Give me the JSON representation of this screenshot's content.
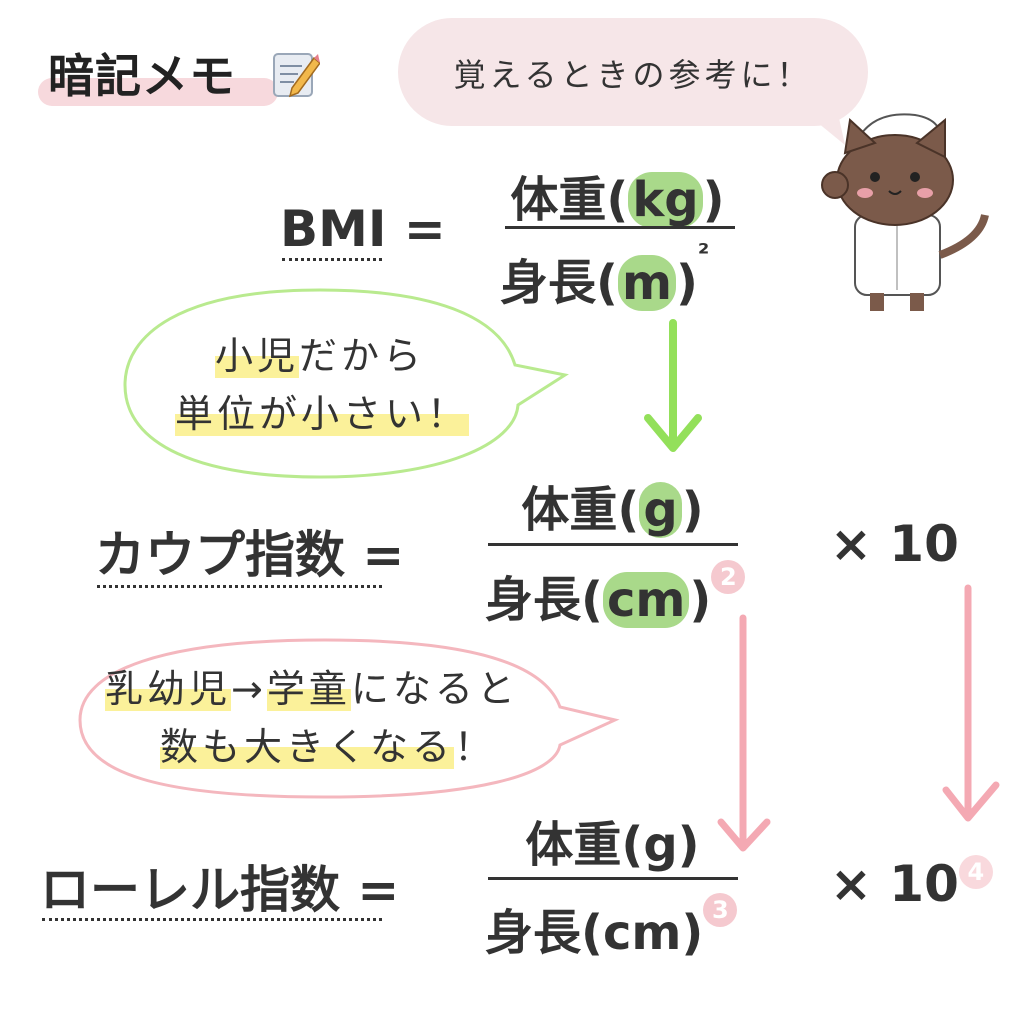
{
  "header": {
    "title": "暗記メモ",
    "icon": "memo-pencil-icon"
  },
  "speech": {
    "text": "覚えるときの参考に！"
  },
  "bmi": {
    "label": "BMI",
    "eq": "=",
    "num_pre": "体重(",
    "num_unit": "kg",
    "num_post": ")",
    "den_pre": "身長(",
    "den_unit": "m",
    "den_post": ")",
    "exp": "²"
  },
  "note1": {
    "line1_hl": "小児",
    "line1_rest": "だから",
    "line2": "単位が小さい！"
  },
  "kaup": {
    "label": "カウプ指数",
    "eq": "=",
    "num_pre": "体重(",
    "num_unit": "g",
    "num_post": ")",
    "den_pre": "身長(",
    "den_unit": "cm",
    "den_post": ")",
    "exp": "2",
    "times": "× 10"
  },
  "note2": {
    "line1_hl": "乳幼児",
    "line1_mid": "→",
    "line1_hl2": "学童",
    "line1_rest": "になると",
    "line2_hl": "数も大きくなる",
    "line2_rest": "！"
  },
  "rohrer": {
    "label": "ローレル指数",
    "eq": "=",
    "num": "体重(g)",
    "den": "身長(cm)",
    "exp": "3",
    "times": "× 10",
    "times_exp": "4"
  },
  "colors": {
    "green": "#a9d98a",
    "pink": "#f5c9cf",
    "yellow": "#fbf19a",
    "text": "#333333"
  }
}
